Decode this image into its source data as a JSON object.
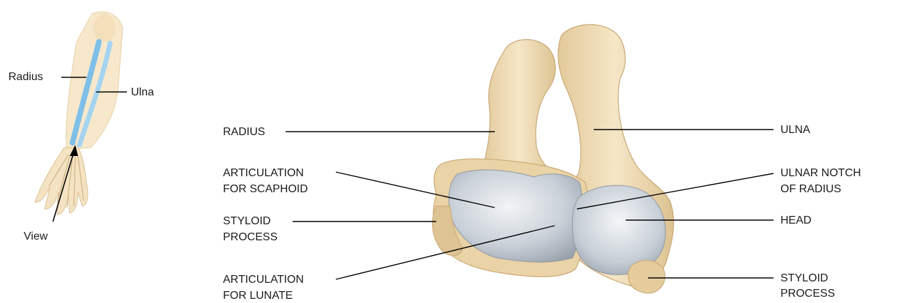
{
  "inset": {
    "labels": {
      "radius": "Radius",
      "ulna": "Ulna",
      "view": "View"
    }
  },
  "main": {
    "labels": {
      "radius": "RADIUS",
      "ulna": "ULNA",
      "articulation_scaphoid_1": "ARTICULATION",
      "articulation_scaphoid_2": "FOR SCAPHOID",
      "ulnar_notch_1": "ULNAR NOTCH",
      "ulnar_notch_2": "OF RADIUS",
      "styloid_left_1": "STYLOID",
      "styloid_left_2": "PROCESS",
      "head": "HEAD",
      "articulation_lunate_1": "ARTICULATION",
      "articulation_lunate_2": "FOR LUNATE",
      "styloid_right_1": "STYLOID",
      "styloid_right_2": "PROCESS"
    }
  },
  "colors": {
    "bone": "#f0dcb4",
    "bone_shadow": "#d9bf8e",
    "cartilage": "#c8d0d8",
    "highlight_bone": "#8ec8ea",
    "leader": "#000000"
  }
}
